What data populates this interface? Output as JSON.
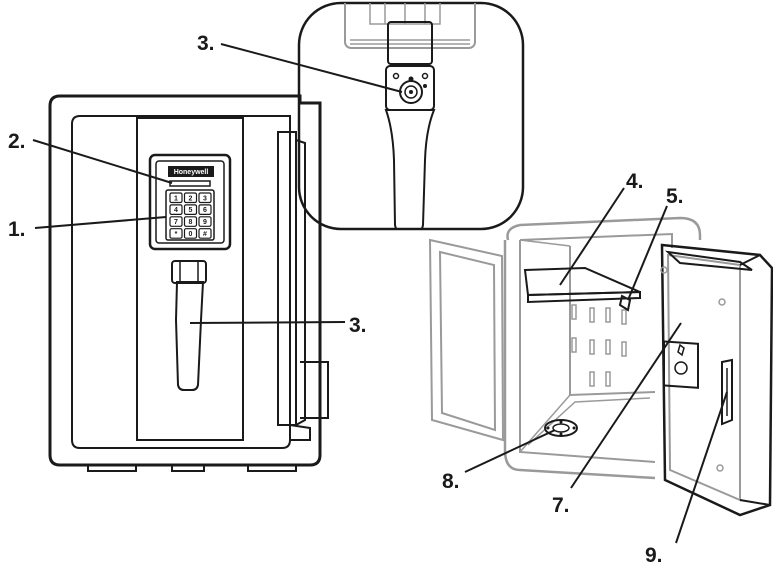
{
  "brand": "Honeywell",
  "keypad": [
    "1",
    "2",
    "3",
    "4",
    "5",
    "6",
    "7",
    "8",
    "9",
    "*",
    "0",
    "#"
  ],
  "callouts": [
    {
      "id": "keypad",
      "text": "1."
    },
    {
      "id": "indicator",
      "text": "2."
    },
    {
      "id": "handle-front",
      "text": "3."
    },
    {
      "id": "key-lock",
      "text": "3."
    },
    {
      "id": "shelf",
      "text": "4."
    },
    {
      "id": "shelf-bracket",
      "text": "5."
    },
    {
      "id": "door-hinge",
      "text": "7."
    },
    {
      "id": "floor-bolt",
      "text": "8."
    },
    {
      "id": "door-seal",
      "text": "9."
    }
  ]
}
